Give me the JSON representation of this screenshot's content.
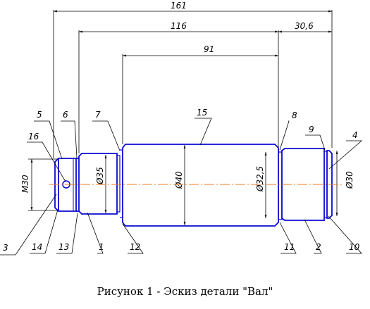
{
  "caption": "Рисунок 1 - Эскиз детали \"Вал\"",
  "dimensions": {
    "overall": "161",
    "d116": "116",
    "d91": "91",
    "d30_6": "30,6",
    "dia_left_end": "М30",
    "dia_step1": "Ø35",
    "dia_main": "Ø40",
    "dia_step2": "Ø32,5",
    "dia_right": "Ø30"
  },
  "callouts": [
    "1",
    "2",
    "3",
    "4",
    "5",
    "6",
    "7",
    "8",
    "9",
    "10",
    "11",
    "12",
    "13",
    "14",
    "15",
    "16"
  ],
  "colors": {
    "outline": "#0a0ad2",
    "axis": "#f07820",
    "dim": "#000000"
  }
}
